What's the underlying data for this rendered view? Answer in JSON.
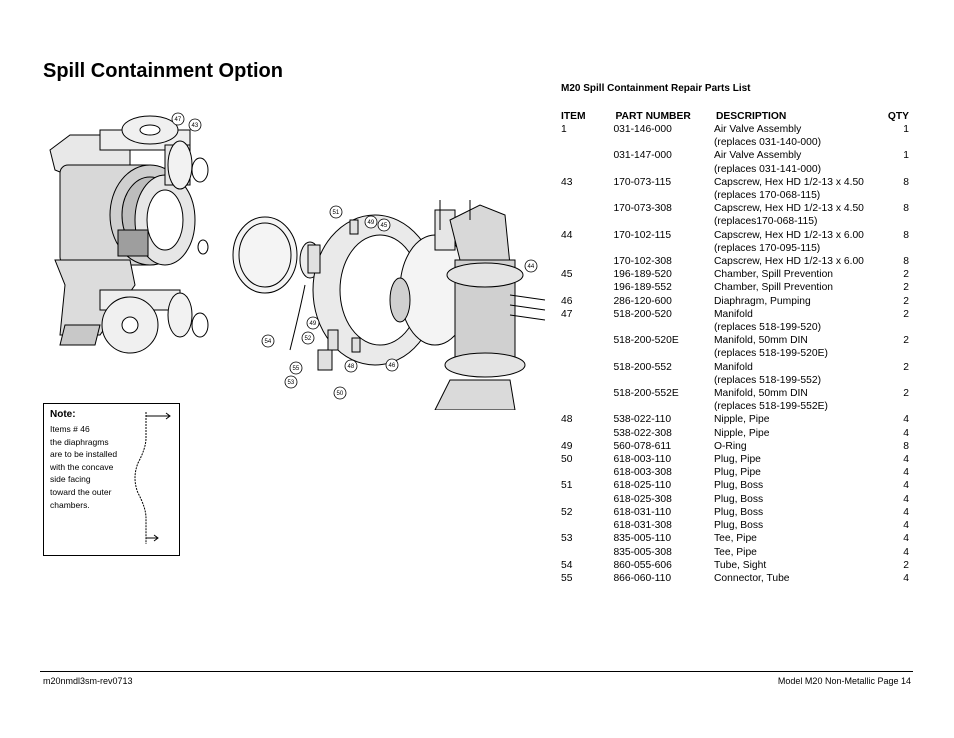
{
  "page": {
    "title": "Spill Containment Option",
    "parts_list_title": "M20 Spill Containment Repair Parts List"
  },
  "drawing": {
    "callouts": [
      "47",
      "43",
      "51",
      "49",
      "45",
      "44",
      "54",
      "49",
      "52",
      "55",
      "53",
      "48",
      "50",
      "46"
    ]
  },
  "note": {
    "title": "Note:",
    "lines": [
      "Items # 46",
      "the diaphragms",
      "are  to be installed",
      "with the concave",
      "side facing",
      "toward the outer",
      "chambers."
    ]
  },
  "table": {
    "headers": [
      "ITEM",
      "PART NUMBER",
      "DESCRIPTION",
      "QTY"
    ],
    "rows": [
      [
        "1",
        "031-146-000",
        "Air Valve Assembly",
        "1"
      ],
      [
        "",
        "",
        "(replaces 031-140-000)",
        ""
      ],
      [
        "",
        "031-147-000",
        "Air Valve Assembly",
        "1"
      ],
      [
        "",
        "",
        "(replaces 031-141-000)",
        ""
      ],
      [
        "43",
        "170-073-115",
        "Capscrew, Hex HD 1/2-13 x 4.50",
        "8"
      ],
      [
        "",
        "",
        "(replaces 170-068-115)",
        ""
      ],
      [
        "",
        "170-073-308",
        "Capscrew, Hex HD 1/2-13 x 4.50",
        "8"
      ],
      [
        "",
        "",
        "(replaces170-068-115)",
        ""
      ],
      [
        "44",
        "170-102-115",
        "Capscrew, Hex HD 1/2-13 x 6.00",
        "8"
      ],
      [
        "",
        "",
        "(replaces 170-095-115)",
        ""
      ],
      [
        "",
        "170-102-308",
        "Capscrew, Hex HD 1/2-13 x 6.00",
        "8"
      ],
      [
        "45",
        "196-189-520",
        "Chamber, Spill Prevention",
        "2"
      ],
      [
        "",
        "196-189-552",
        "Chamber, Spill Prevention",
        "2"
      ],
      [
        "46",
        "286-120-600",
        "Diaphragm, Pumping",
        "2"
      ],
      [
        "47",
        "518-200-520",
        "Manifold",
        "2"
      ],
      [
        "",
        "",
        "(replaces 518-199-520)",
        ""
      ],
      [
        "",
        "518-200-520E",
        "Manifold, 50mm DIN",
        "2"
      ],
      [
        "",
        "",
        "(replaces 518-199-520E)",
        ""
      ],
      [
        "",
        "518-200-552",
        "Manifold",
        "2"
      ],
      [
        "",
        "",
        "(replaces 518-199-552)",
        ""
      ],
      [
        "",
        "518-200-552E",
        "Manifold, 50mm DIN",
        "2"
      ],
      [
        "",
        "",
        "(replaces 518-199-552E)",
        ""
      ],
      [
        "48",
        "538-022-110",
        "Nipple, Pipe",
        "4"
      ],
      [
        "",
        "538-022-308",
        "Nipple, Pipe",
        "4"
      ],
      [
        "49",
        "560-078-611",
        "O-Ring",
        "8"
      ],
      [
        "50",
        "618-003-110",
        "Plug, Pipe",
        "4"
      ],
      [
        "",
        "618-003-308",
        "Plug, Pipe",
        "4"
      ],
      [
        "51",
        "618-025-110",
        "Plug, Boss",
        "4"
      ],
      [
        "",
        "618-025-308",
        "Plug, Boss",
        "4"
      ],
      [
        "52",
        "618-031-110",
        "Plug, Boss",
        "4"
      ],
      [
        "",
        "618-031-308",
        "Plug, Boss",
        "4"
      ],
      [
        "53",
        "835-005-110",
        "Tee, Pipe",
        "4"
      ],
      [
        "",
        "835-005-308",
        "Tee, Pipe",
        "4"
      ],
      [
        "54",
        "860-055-606",
        "Tube, Sight",
        "2"
      ],
      [
        "55",
        "866-060-110",
        "Connector, Tube",
        "4"
      ]
    ]
  },
  "footer": {
    "left": "m20nmdl3sm-rev0713",
    "right": "Model M20 Non-Metallic Page 14"
  }
}
